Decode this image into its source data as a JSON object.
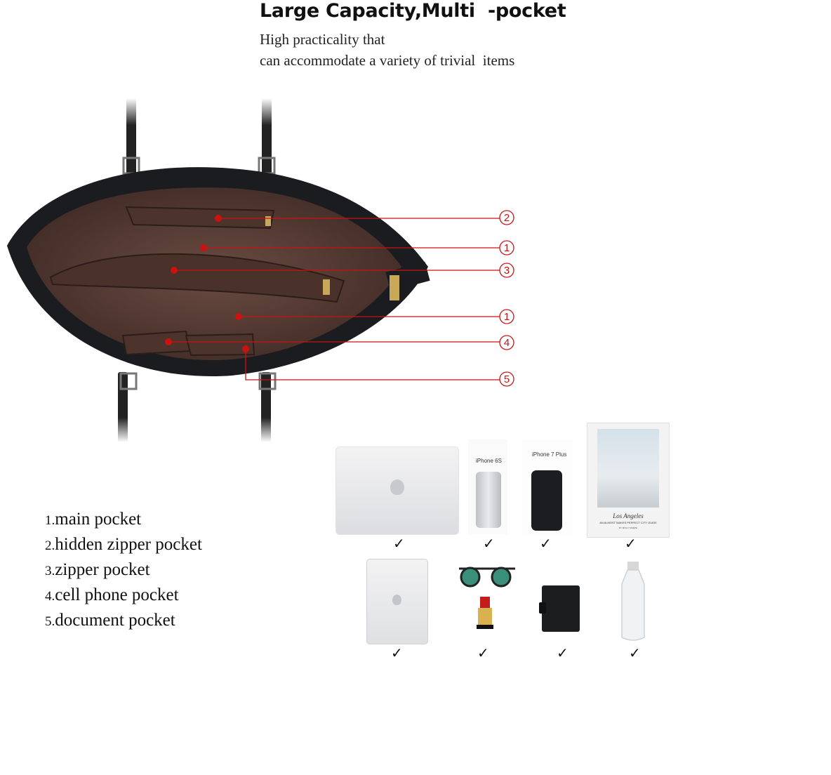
{
  "header": {
    "title": "Large Capacity,Multi  -pocket",
    "subtitle_line1": "High practicality that",
    "subtitle_line2": "can accommodate a variety of trivial  items"
  },
  "callouts": [
    {
      "label": "2",
      "meaning": "hidden zipper pocket"
    },
    {
      "label": "1",
      "meaning": "main pocket"
    },
    {
      "label": "3",
      "meaning": "zipper pocket"
    },
    {
      "label": "1",
      "meaning": "main pocket"
    },
    {
      "label": "4",
      "meaning": "cell phone pocket"
    },
    {
      "label": "5",
      "meaning": "document pocket"
    }
  ],
  "legend": [
    {
      "num": "1.",
      "text": "main pocket"
    },
    {
      "num": "2.",
      "text": "hidden zipper pocket"
    },
    {
      "num": "3.",
      "text": "zipper pocket"
    },
    {
      "num": "4.",
      "text": "cell phone pocket"
    },
    {
      "num": "5.",
      "text": "document pocket"
    }
  ],
  "items": {
    "iphone6_label": "iPhone 6S",
    "iphone7_label": "iPhone 7 Plus",
    "book_title": "Los Angeles",
    "book_sub": "AN ALMOST MAKES PERFECT CITY GUIDE",
    "book_author": "BY MOLLY MAEPE",
    "check": "✓"
  },
  "colors": {
    "callout_red": "#cc1111",
    "bag_black": "#1a1c20",
    "lining_brown": "#5a3e36"
  }
}
